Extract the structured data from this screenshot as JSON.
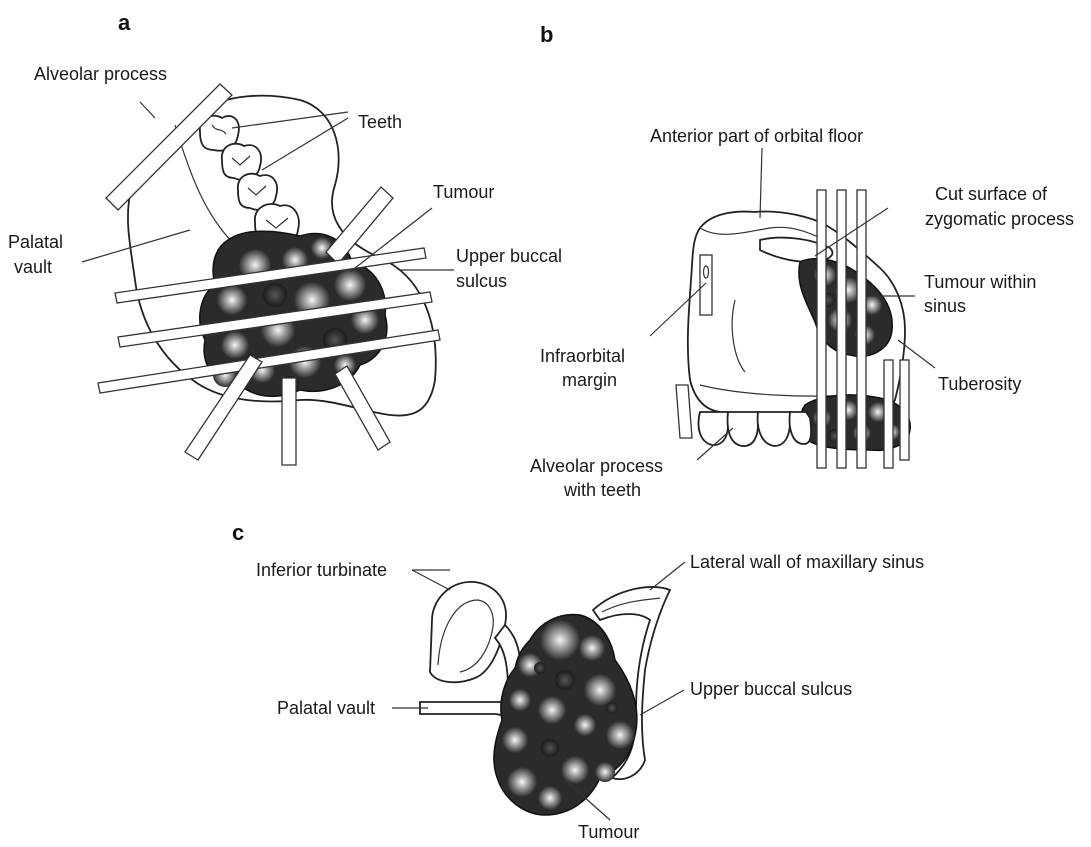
{
  "panels": {
    "a": {
      "letter": "a",
      "labels": {
        "alveolar_process": "Alveolar process",
        "teeth": "Teeth",
        "tumour": "Tumour",
        "palatal_vault_1": "Palatal",
        "palatal_vault_2": "vault",
        "upper_buccal_1": "Upper buccal",
        "upper_buccal_2": "sulcus"
      }
    },
    "b": {
      "letter": "b",
      "labels": {
        "anterior_orbital_floor": "Anterior part of orbital floor",
        "cut_surface_1": "Cut surface of",
        "cut_surface_2": "zygomatic process",
        "tumour_within_1": "Tumour within",
        "tumour_within_2": "sinus",
        "infraorbital_1": "Infraorbital",
        "infraorbital_2": "margin",
        "tuberosity": "Tuberosity",
        "alveolar_teeth_1": "Alveolar process",
        "alveolar_teeth_2": "with teeth"
      }
    },
    "c": {
      "letter": "c",
      "labels": {
        "inferior_turbinate": "Inferior turbinate",
        "lateral_wall": "Lateral wall of maxillary sinus",
        "palatal_vault": "Palatal vault",
        "upper_buccal_sulcus": "Upper buccal sulcus",
        "tumour": "Tumour"
      }
    }
  },
  "colors": {
    "tumour_fill": "#2b2b2b",
    "nodule_highlight": "#f2f2f2",
    "line": "#222222"
  }
}
